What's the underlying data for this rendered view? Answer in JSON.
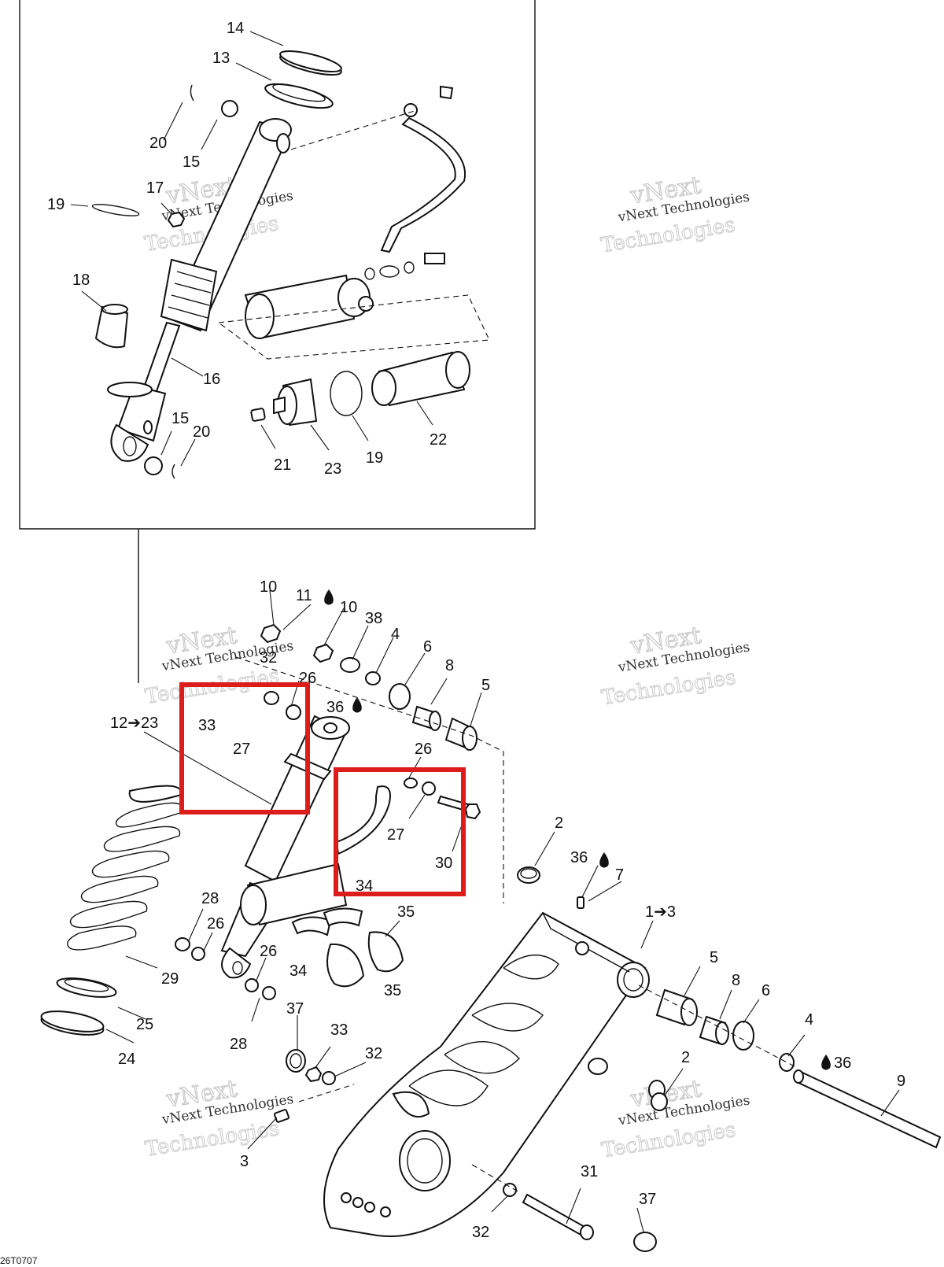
{
  "diagram": {
    "drawing_code": "26T0707",
    "watermark": {
      "line1": "vNext Technologies",
      "line2": "vNext",
      "line3": "Technologies"
    },
    "callouts": {
      "c14": "14",
      "c13": "13",
      "c20a": "20",
      "c15a": "15",
      "c17": "17",
      "c19a": "19",
      "c18": "18",
      "c16": "16",
      "c15b": "15",
      "c20b": "20",
      "c21": "21",
      "c23": "23",
      "c19b": "19",
      "c22": "22",
      "c10a": "10",
      "c11": "11",
      "c10b": "10",
      "c38": "38",
      "c4a": "4",
      "c6a": "6",
      "c8a": "8",
      "c5a": "5",
      "c32a": "32",
      "c26a": "26",
      "c36a": "36",
      "c12": "12➔23",
      "c33a": "33",
      "c27a": "27",
      "c26b": "26",
      "c27b": "27",
      "c30": "30",
      "c34a": "34",
      "c2a": "2",
      "c36b": "36",
      "c7": "7",
      "c1": "1➔3",
      "c28a": "28",
      "c26c": "26",
      "c35a": "35",
      "c29": "29",
      "c26d": "26",
      "c34b": "34",
      "c35b": "35",
      "c25": "25",
      "c5b": "5",
      "c8b": "8",
      "c6b": "6",
      "c24": "24",
      "c28b": "28",
      "c37a": "37",
      "c33b": "33",
      "c32b": "32",
      "c4b": "4",
      "c36c": "36",
      "c2b": "2",
      "c9": "9",
      "c3": "3",
      "c31": "31",
      "c37b": "37",
      "c32c": "32"
    },
    "highlight_color": "#dd1c1c"
  }
}
